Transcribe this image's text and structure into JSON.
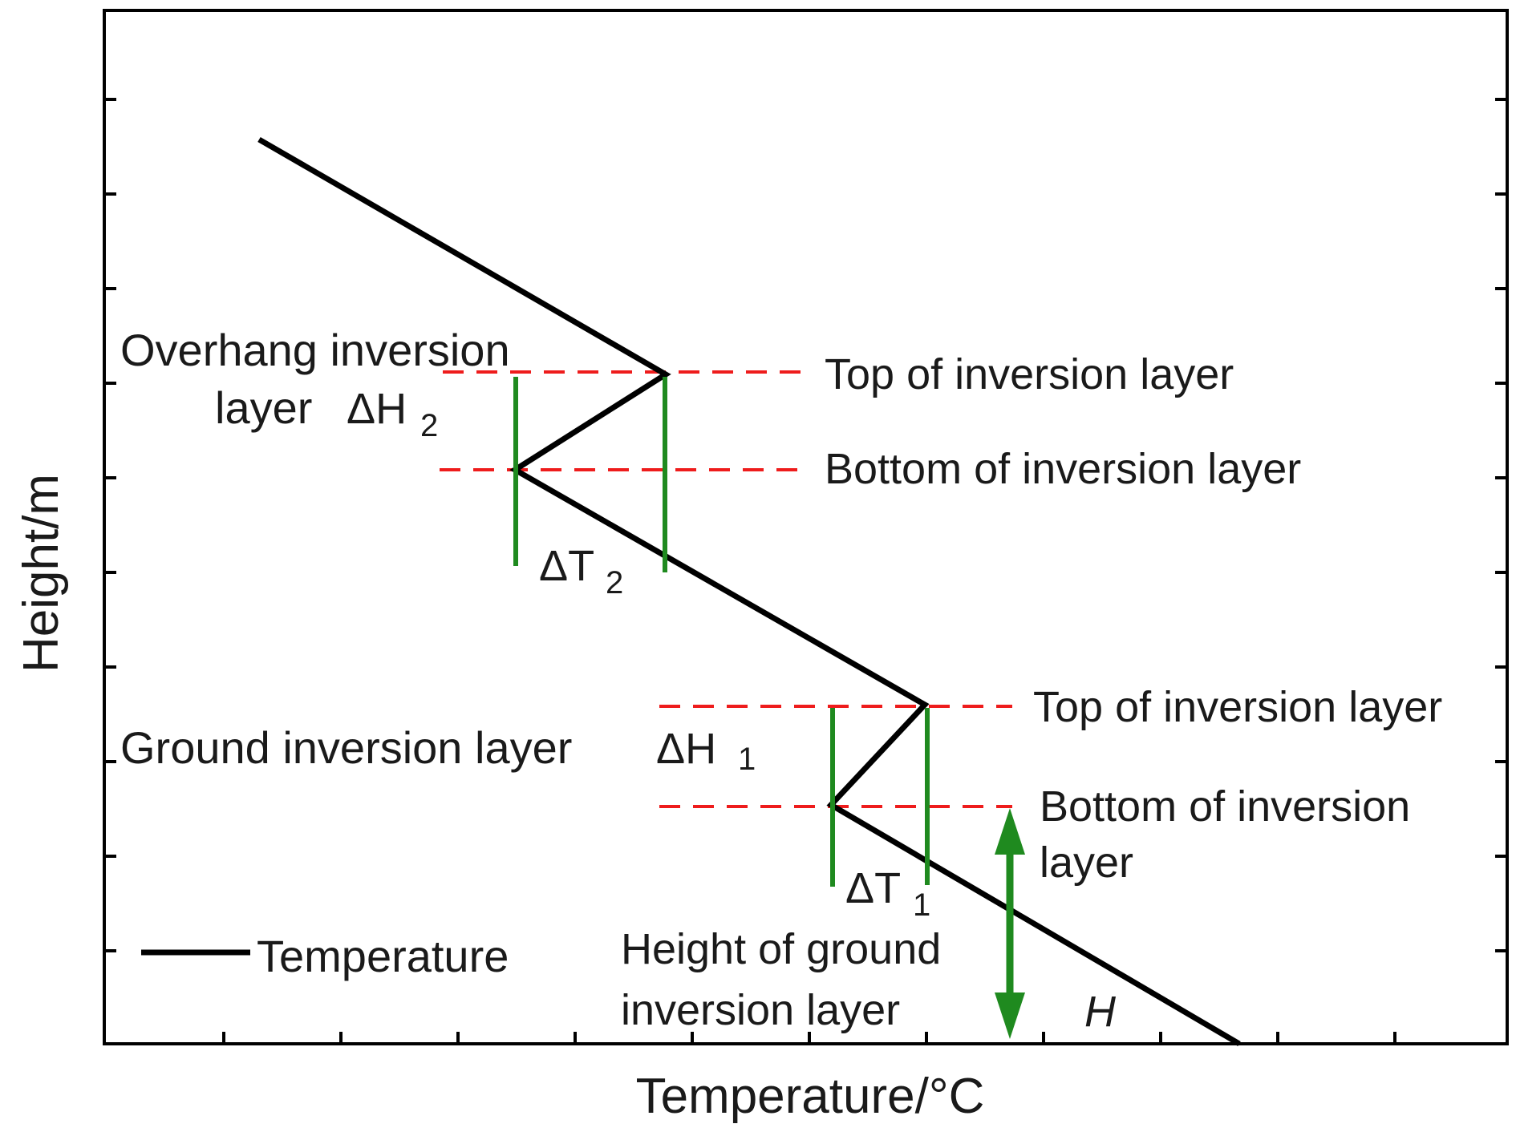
{
  "axes": {
    "x_label": "Temperature/°C",
    "y_label": "Height/m"
  },
  "legend": {
    "label": "Temperature"
  },
  "overhang_layer": {
    "label_line1": "Overhang inversion",
    "label_line2": "layer",
    "delta_h_symbol": "ΔH",
    "delta_h_subscript": "2",
    "delta_t_symbol": "ΔT",
    "delta_t_subscript": "2",
    "top_label": "Top of inversion layer",
    "bottom_label": "Bottom of inversion layer"
  },
  "ground_layer": {
    "label": "Ground inversion layer",
    "delta_h_symbol": "ΔH",
    "delta_h_subscript": "1",
    "delta_t_symbol": "ΔT",
    "delta_t_subscript": "1",
    "top_label": "Top of inversion layer",
    "bottom_label_line1": "Bottom of inversion",
    "bottom_label_line2": "layer",
    "height_label_line1": "Height of ground",
    "height_label_line2": "inversion layer",
    "height_symbol": "H"
  },
  "colors": {
    "profile": "#000000",
    "dashed_guides": "#ee1c1c",
    "markers": "#1f8a1f",
    "text": "#1a1a1a"
  }
}
